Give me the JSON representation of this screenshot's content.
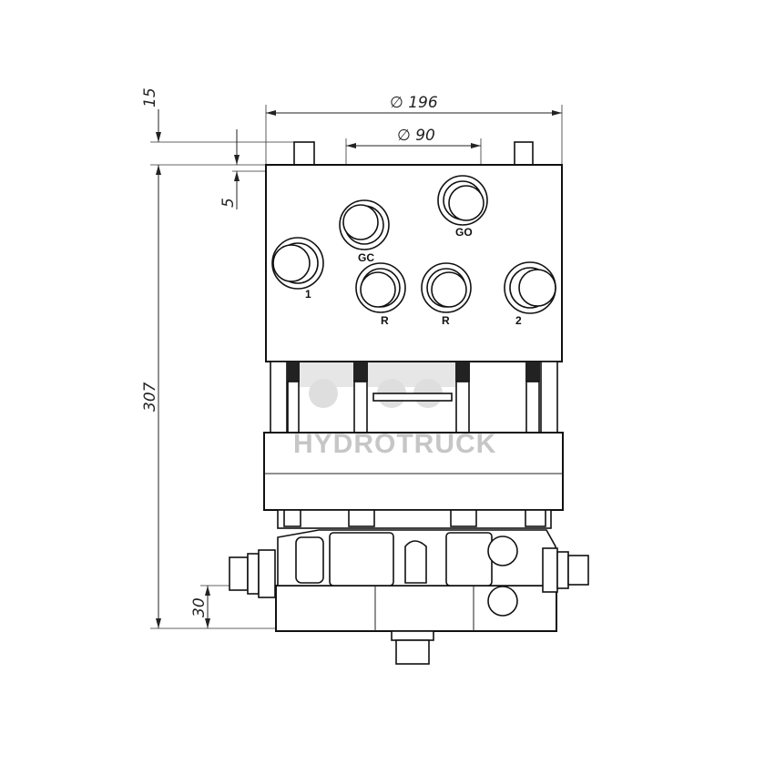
{
  "dimensions": {
    "top_offset": "15",
    "outer_diameter": "∅ 196",
    "inner_diameter": "∅ 90",
    "pin_height": "5",
    "total_height": "307",
    "bottom_offset": "30"
  },
  "ports": {
    "gc": "GC",
    "go": "GO",
    "p1": "1",
    "r1": "R",
    "r2": "R",
    "p2": "2"
  },
  "watermark": {
    "text": "HYDROTRUCK"
  },
  "colors": {
    "line": "#111111",
    "watermark": "#bdbdbd"
  }
}
